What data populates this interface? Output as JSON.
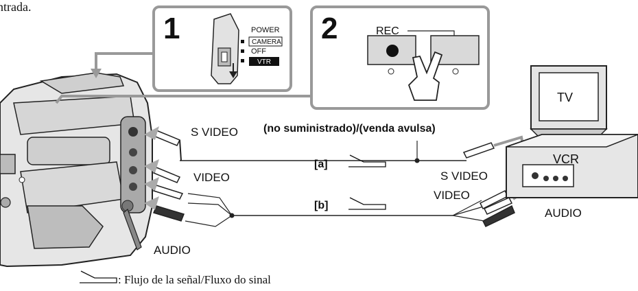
{
  "top_text": "ntrada.",
  "step1": {
    "number": "1",
    "power_label": "POWER",
    "camera_label": "CAMERA",
    "off_label": "OFF",
    "vtr_label": "VTR"
  },
  "step2": {
    "number": "2",
    "rec_label": "REC"
  },
  "camera_labels": {
    "s_video": "S VIDEO",
    "video": "VIDEO",
    "audio": "AUDIO"
  },
  "cable": {
    "note": "(no suministrado)/(venda avulsa)",
    "a_label": "[a]",
    "b_label": "[b]"
  },
  "vcr_side": {
    "s_video": "S VIDEO",
    "video": "VIDEO",
    "audio": "AUDIO",
    "tv_label": "TV",
    "vcr_label": "VCR"
  },
  "legend": {
    "text": ": Flujo de la señal/Fluxo do sinal"
  }
}
